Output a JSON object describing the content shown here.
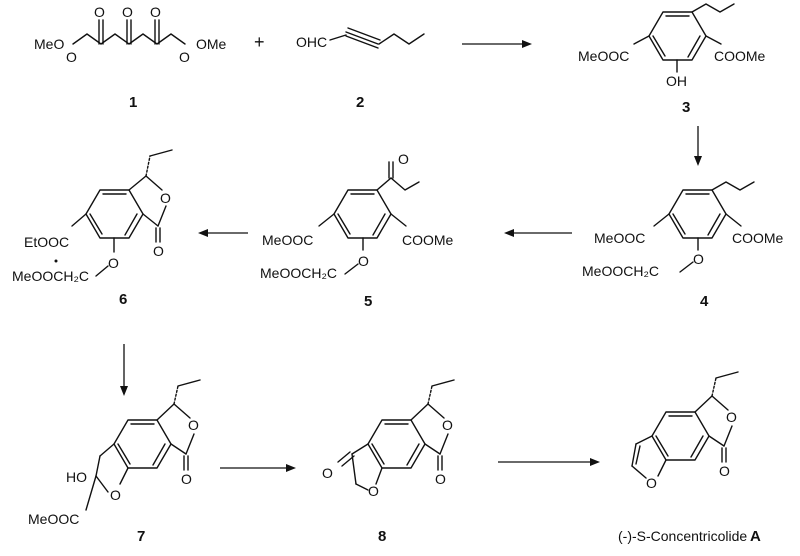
{
  "reagents": {
    "plus": "+",
    "r1_left": "MeO",
    "r1_right": "OMe",
    "r2_cho": "OHC"
  },
  "compounds": {
    "c1": "1",
    "c2": "2",
    "c3": "3",
    "c4": "4",
    "c5": "5",
    "c6": "6",
    "c7": "7",
    "c8": "8"
  },
  "labels": {
    "c3_left": "MeOOC",
    "c3_right": "COOMe",
    "c3_oh": "OH",
    "c4_left": "MeOOC",
    "c4_right": "COOMe",
    "c4_side": "MeOOCH₂C",
    "c4_o": "O",
    "c5_left": "MeOOC",
    "c5_right": "COOMe",
    "c5_side": "MeOOCH₂C",
    "c5_o": "O",
    "c6_ester": "EtOOC",
    "c6_side": "MeOOCH₂C",
    "c6_o": "O",
    "c7_ho": "HO",
    "c7_ester": "MeOOC",
    "product_name": "(-)-S-Concentricolide",
    "product_letter": "A"
  },
  "atoms": {
    "o": "O"
  }
}
